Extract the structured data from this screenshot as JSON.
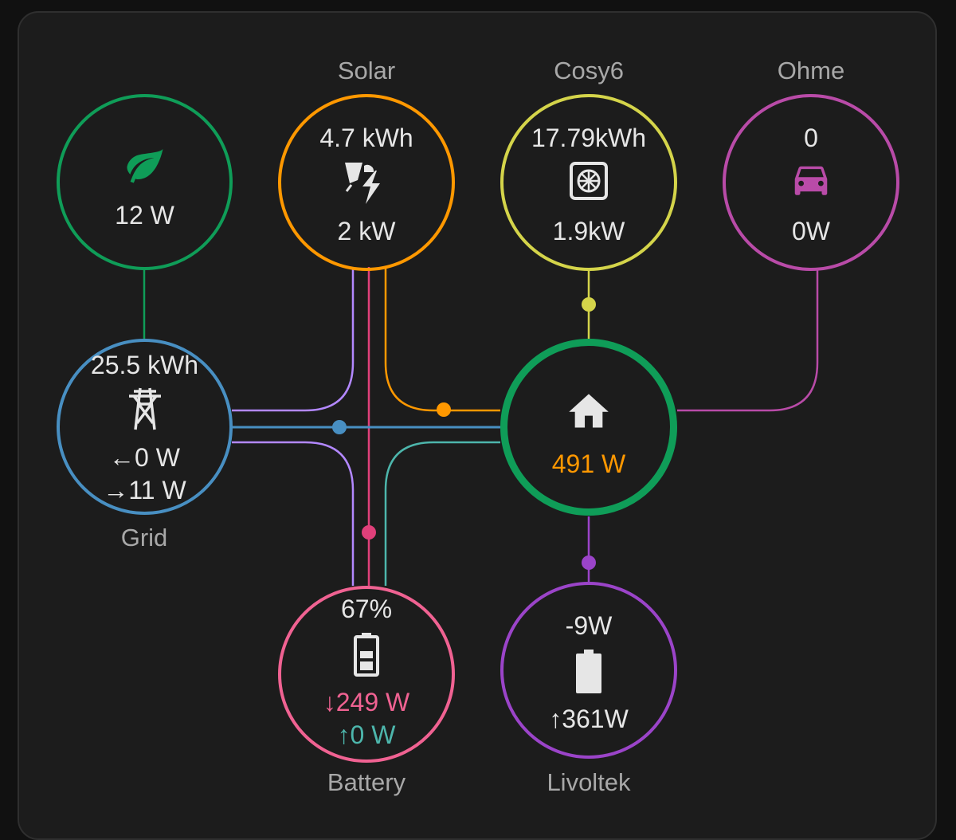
{
  "colors": {
    "background": "#1c1c1c",
    "low_carbon": "#0f9d58",
    "solar": "#ff9800",
    "grid": "#488fc2",
    "battery": "#f06292",
    "battery_out": "#4db6ac",
    "home": "#0f9d58",
    "home_value": "#ff9800",
    "cosy": "#d4d44a",
    "ohme": "#b94ba8",
    "livoltek": "#9b44c9",
    "solar_to_battery": "#e0407a",
    "grid_to_battery": "#b388ff"
  },
  "low_carbon": {
    "icon": "leaf-icon",
    "value": "12 W"
  },
  "solar": {
    "label": "Solar",
    "energy": "4.7 kWh",
    "icon": "solar-power-icon",
    "power": "2 kW"
  },
  "cosy": {
    "label": "Cosy6",
    "energy": "17.79kWh",
    "icon": "heat-pump-icon",
    "power": "1.9kW"
  },
  "ohme": {
    "label": "Ohme",
    "count": "0",
    "icon": "car-icon",
    "power": "0W"
  },
  "grid": {
    "label": "Grid",
    "energy": "25.5 kWh",
    "icon": "transmission-tower-icon",
    "export_arrow": "←",
    "export": "0 W",
    "import_arrow": "→",
    "import": "11 W"
  },
  "home": {
    "icon": "home-icon",
    "value": "491 W"
  },
  "battery": {
    "label": "Battery",
    "soc": "67%",
    "icon": "battery-icon",
    "in_arrow": "↓",
    "in": "249 W",
    "out_arrow": "↑",
    "out": "0 W"
  },
  "livoltek": {
    "label": "Livoltek",
    "value": "-9W",
    "icon": "battery-full-icon",
    "power_arrow": "↑",
    "power": "361W"
  }
}
